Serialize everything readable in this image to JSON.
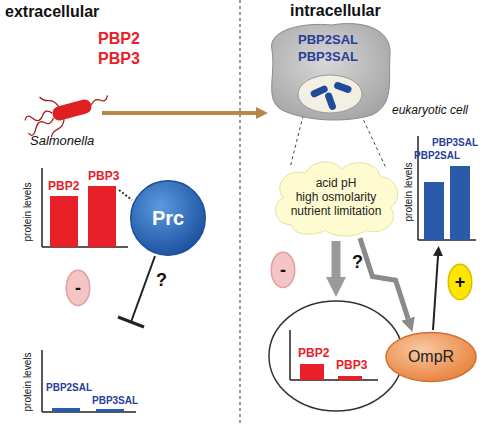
{
  "diagram": {
    "nodes": [
      {
        "text": [
          "PBP2SAL",
          "PBP3SAL",
          "eukaryotic cell"
        ]
      },
      {
        "text": [
          "Prc"
        ]
      },
      {
        "text": [
          "-"
        ]
      },
      {
        "text": [
          "acid pH",
          "high osmolarity",
          "nutrient limitation"
        ]
      },
      {
        "text": [
          "-"
        ]
      },
      {
        "text": [
          "PBP2",
          "PBP3"
        ]
      },
      {
        "text": [
          "OmpR"
        ]
      },
      {
        "text": [
          "+"
        ]
      }
    ],
    "edges": [
      {
        "from": 3,
        "to": 5,
        "arrow": "to"
      },
      {
        "from": 3,
        "to": 6,
        "arrow": "to"
      }
    ],
    "labels": [
      "extracellular",
      "intracellular",
      "PBP2",
      "PBP3",
      "Salmonella",
      "PBP2",
      "PBP3",
      "protein levels",
      "?",
      "protein levels",
      "PBP2SAL",
      "PBP3SAL",
      "?",
      "PBP2SAL",
      "PBP3SAL",
      "protein levels"
    ]
  }
}
